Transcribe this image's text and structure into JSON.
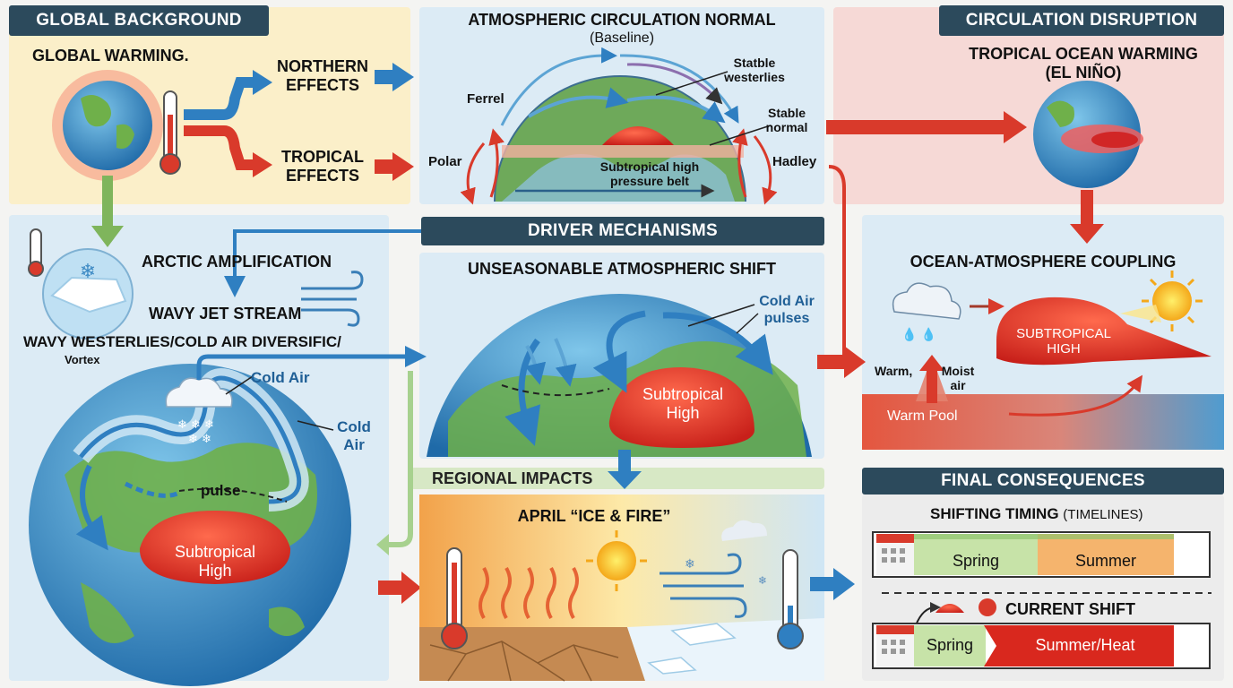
{
  "colors": {
    "header_bg": "#2c4a5c",
    "warm_red": "#d93a2b",
    "cool_blue": "#2f7fc1",
    "green_arrow": "#7fb55c",
    "beige_panel": "#fbefc9",
    "blue_panel": "#dcebf5",
    "pink_panel": "#f6d9d6"
  },
  "global_background": {
    "header": "GLOBAL BACKGROUND",
    "title": "GLOBAL WARMING.",
    "northern": "NORTHERN EFFECTS",
    "tropical": "TROPICAL EFFECTS",
    "icons": [
      "earth-icon",
      "thermometer-icon"
    ]
  },
  "circulation_normal": {
    "title": "ATMOSPHERIC CIRCULATION NORMAL",
    "subtitle": "(Baseline)",
    "ferrel": "Ferrel",
    "polar": "Polar",
    "hadley": "Hadley",
    "stable_westerlies": "Statble westerlies",
    "stable_normal": "Stable normal",
    "high_belt": "Subtropical high pressure belt"
  },
  "circulation_disruption": {
    "header": "CIRCULATION DISRUPTION",
    "title": "TROPICAL OCEAN WARMING (EL NIÑO)"
  },
  "arctic": {
    "arctic_amplification": "ARCTIC AMPLIFICATION",
    "wavy_jet": "WAVY JET STREAM",
    "wavy_westerlies": "WAVY WESTERLIES/COLD AIR DIVERSIFIC/",
    "vortex": "Vortex",
    "cold_air_1": "Cold Air",
    "cold_air_2": "Cold Air",
    "pulse": "pulse",
    "high": "Subtropical High"
  },
  "driver": {
    "header": "DRIVER MECHANISMS",
    "title": "UNSEASONABLE ATMOSPHERIC SHIFT",
    "cold_pulses": "Cold Air pulses",
    "high": "Subtropical High"
  },
  "coupling": {
    "title": "OCEAN-ATMOSPHERE COUPLING",
    "high": "SUBTROPICAL HIGH",
    "warm": "Warm,",
    "moist": "Moist air",
    "warm_pool": "Warm Pool"
  },
  "regional": {
    "header": "REGIONAL IMPACTS",
    "title": "APRIL “ICE & FIRE”"
  },
  "final": {
    "header": "FINAL CONSEQUENCES",
    "timing": "SHIFTING TIMING",
    "timelines": "(TIMELINES)",
    "spring": "Spring",
    "summer": "Summer",
    "current_shift": "CURRENT SHIFT",
    "spring2": "Spring",
    "summer_heat": "Summer/Heat"
  }
}
